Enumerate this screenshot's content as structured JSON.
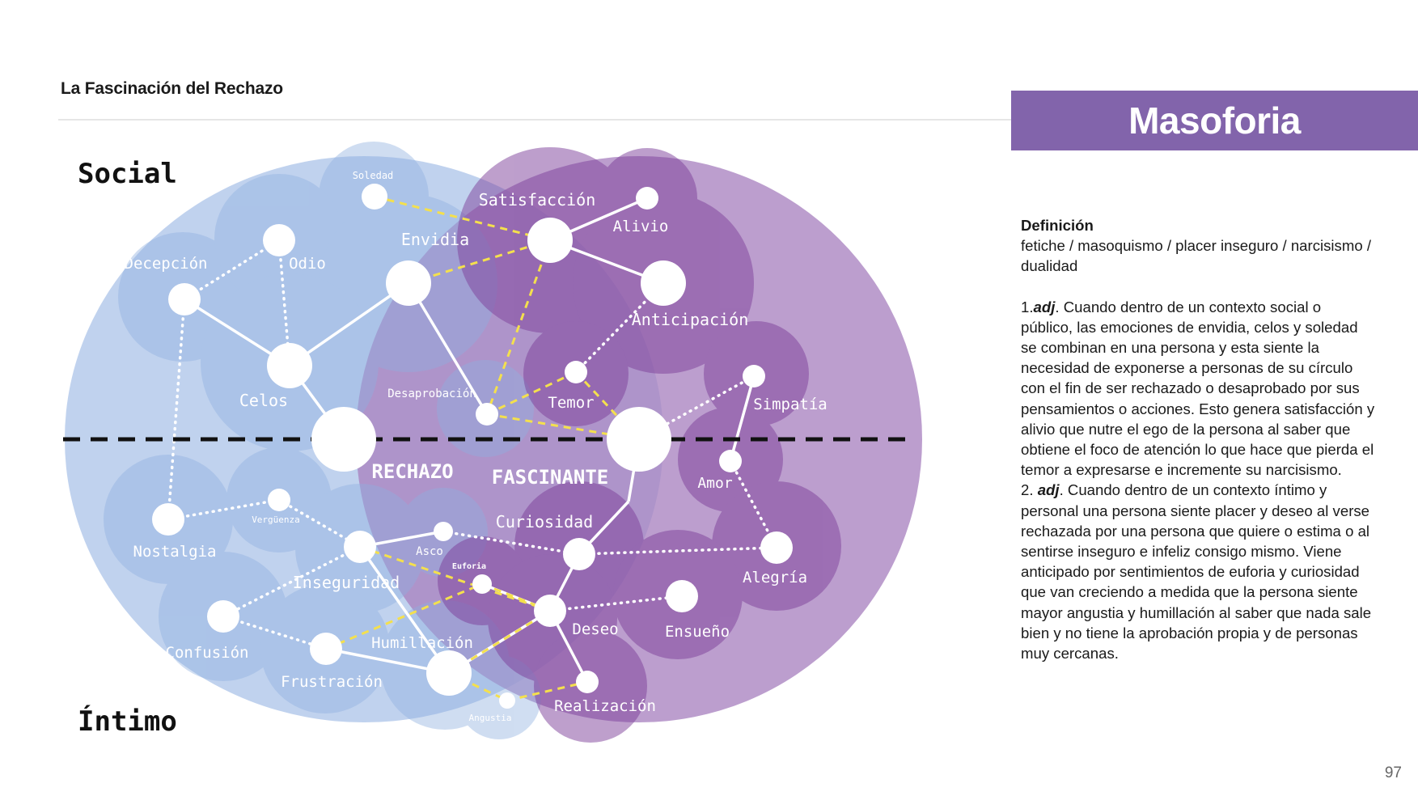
{
  "header": {
    "title": "La Fascinación del Rechazo"
  },
  "banner": {
    "title": "Masoforia",
    "color": "#8264ab"
  },
  "colors": {
    "blue_large": "#a7c0e8",
    "blue_circle": "#8fb0e0",
    "purple_large": "#a983c0",
    "purple_circle": "#7d3f9a",
    "node": "#ffffff",
    "link": "#ffffff",
    "yellow_link": "#f4e04d",
    "divider": "#111111"
  },
  "diagram": {
    "social_label": "Social",
    "intimo_label": "Íntimo",
    "rechazo_label": "RECHAZO",
    "fascinante_label": "FASCINANTE",
    "emotions": [
      {
        "id": "soledad",
        "label": "Soledad"
      },
      {
        "id": "satisfaccion",
        "label": "Satisfacción"
      },
      {
        "id": "alivio",
        "label": "Alivio"
      },
      {
        "id": "envidia",
        "label": "Envidia"
      },
      {
        "id": "decepcion",
        "label": "Decepción"
      },
      {
        "id": "odio",
        "label": "Odio"
      },
      {
        "id": "anticipacion",
        "label": "Anticipación"
      },
      {
        "id": "celos",
        "label": "Celos"
      },
      {
        "id": "desaprobacion",
        "label": "Desaprobación"
      },
      {
        "id": "temor",
        "label": "Temor"
      },
      {
        "id": "simpatia",
        "label": "Simpatía"
      },
      {
        "id": "amor",
        "label": "Amor"
      },
      {
        "id": "nostalgia",
        "label": "Nostalgia"
      },
      {
        "id": "verguenza",
        "label": "Vergüenza"
      },
      {
        "id": "curiosidad",
        "label": "Curiosidad"
      },
      {
        "id": "asco",
        "label": "Asco"
      },
      {
        "id": "inseguridad",
        "label": "Inseguridad"
      },
      {
        "id": "euforia",
        "label": "Euforia"
      },
      {
        "id": "alegria",
        "label": "Alegría"
      },
      {
        "id": "deseo",
        "label": "Deseo"
      },
      {
        "id": "ensueno",
        "label": "Ensueño"
      },
      {
        "id": "confusion",
        "label": "Confusión"
      },
      {
        "id": "humillacion",
        "label": "Humillación"
      },
      {
        "id": "frustracion",
        "label": "Frustración"
      },
      {
        "id": "realizacion",
        "label": "Realización"
      },
      {
        "id": "angustia",
        "label": "Angustia"
      }
    ]
  },
  "definition": {
    "title": "Definición",
    "keywords": "fetiche / masoquismo / placer inseguro / narcisismo / dualidad",
    "def1_num": "1.",
    "def1_pos": "adj",
    "def1_text": ". Cuando dentro de un contexto social o público, las emociones de envidia, celos y soledad se combinan en una persona y esta siente la necesidad de exponerse a personas de su círculo con el fin de ser rechazado o desaprobado por sus pensamientos o acciones. Esto genera satisfacción y alivio que nutre el ego de la persona al saber que obtiene el foco de atención lo que hace que pierda el temor a expresarse e incremente su narcisismo.",
    "def2_num": "2. ",
    "def2_pos": "adj",
    "def2_text": ". Cuando dentro de un contexto íntimo y personal una persona siente placer y deseo al verse rechazada por una persona que quiere o estima o al sentirse inseguro e infeliz consigo mismo. Viene anticipado por sentimientos de euforia y curiosidad que van creciendo a medida que la persona siente mayor angustia y humillación al saber que nada sale bien y no tiene la aprobación propia y de personas muy cercanas."
  },
  "page_number": "97"
}
